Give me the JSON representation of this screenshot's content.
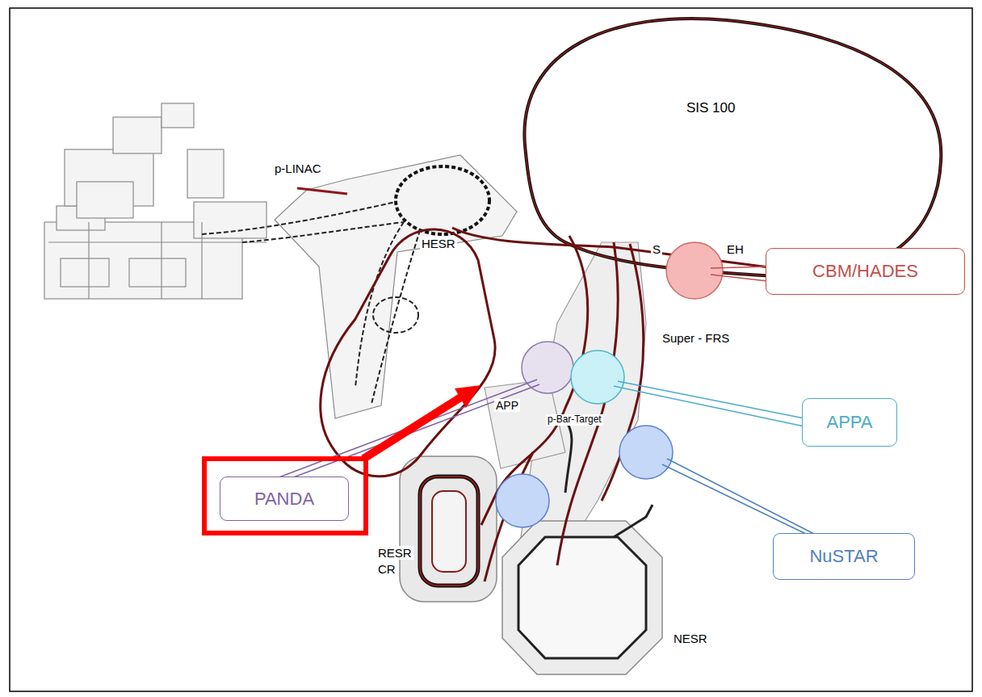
{
  "diagram": {
    "nodes": [
      {
        "text": [
          "CBM/HADES"
        ]
      },
      {
        "text": [
          "APPA"
        ]
      },
      {
        "text": [
          "PANDA"
        ]
      },
      {
        "text": [
          "NuSTAR"
        ]
      }
    ],
    "labels": [
      "SIS 100",
      "p-LINAC",
      "S",
      "EH",
      "HESR",
      "Super - FRS",
      "APP",
      "p-Bar-Target",
      "RESR",
      "CR",
      "NESR"
    ]
  }
}
